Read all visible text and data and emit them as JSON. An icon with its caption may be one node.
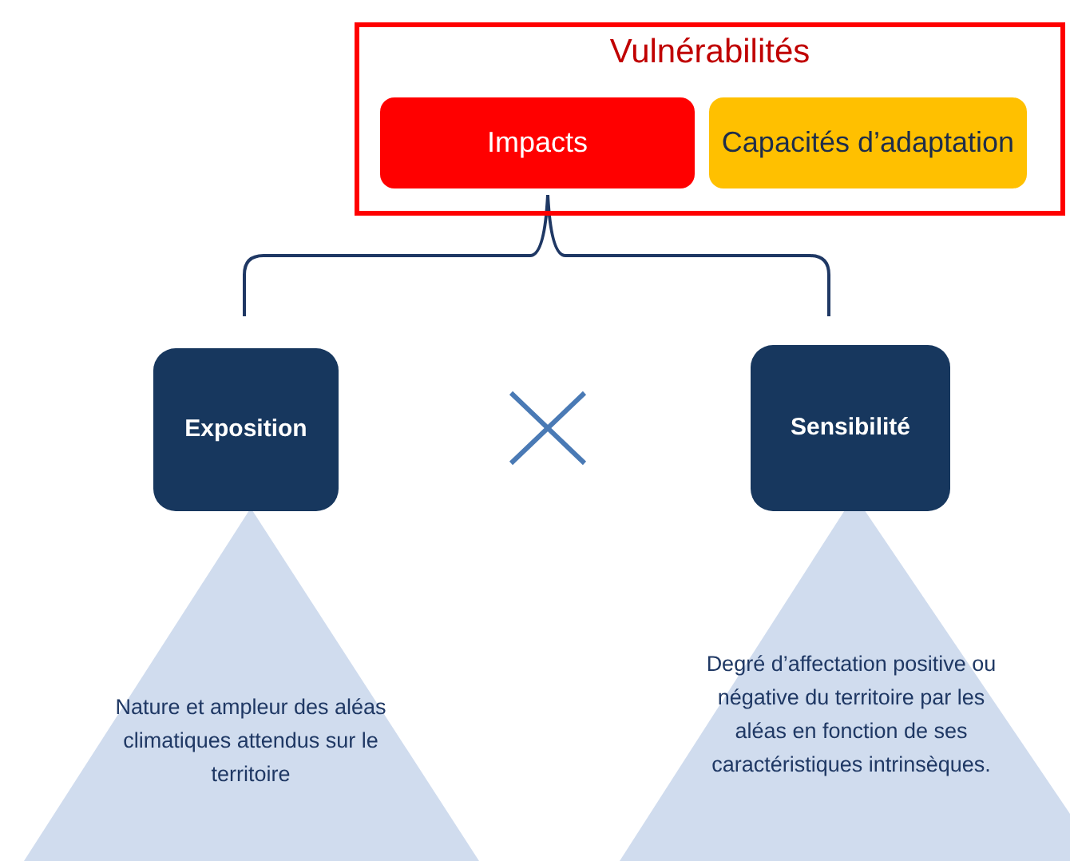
{
  "diagram": {
    "nodes": [
      {
        "text": [
          "Vulnérabilités"
        ]
      },
      {
        "text": [
          "Impacts"
        ],
        "in": 0
      },
      {
        "text": [
          "Capacités d’adaptation"
        ],
        "in": 0
      },
      {
        "text": [
          "Exposition"
        ]
      },
      {
        "text": [
          "Sensibilité"
        ]
      },
      {
        "text": [
          "Nature et ampleur des aléas climatiques attendus sur le territoire"
        ]
      },
      {
        "text": [
          "Degré d’affectation positive ou négative du territoire par les aléas en fonction de ses caractéristiques intrinsèques."
        ]
      }
    ]
  }
}
